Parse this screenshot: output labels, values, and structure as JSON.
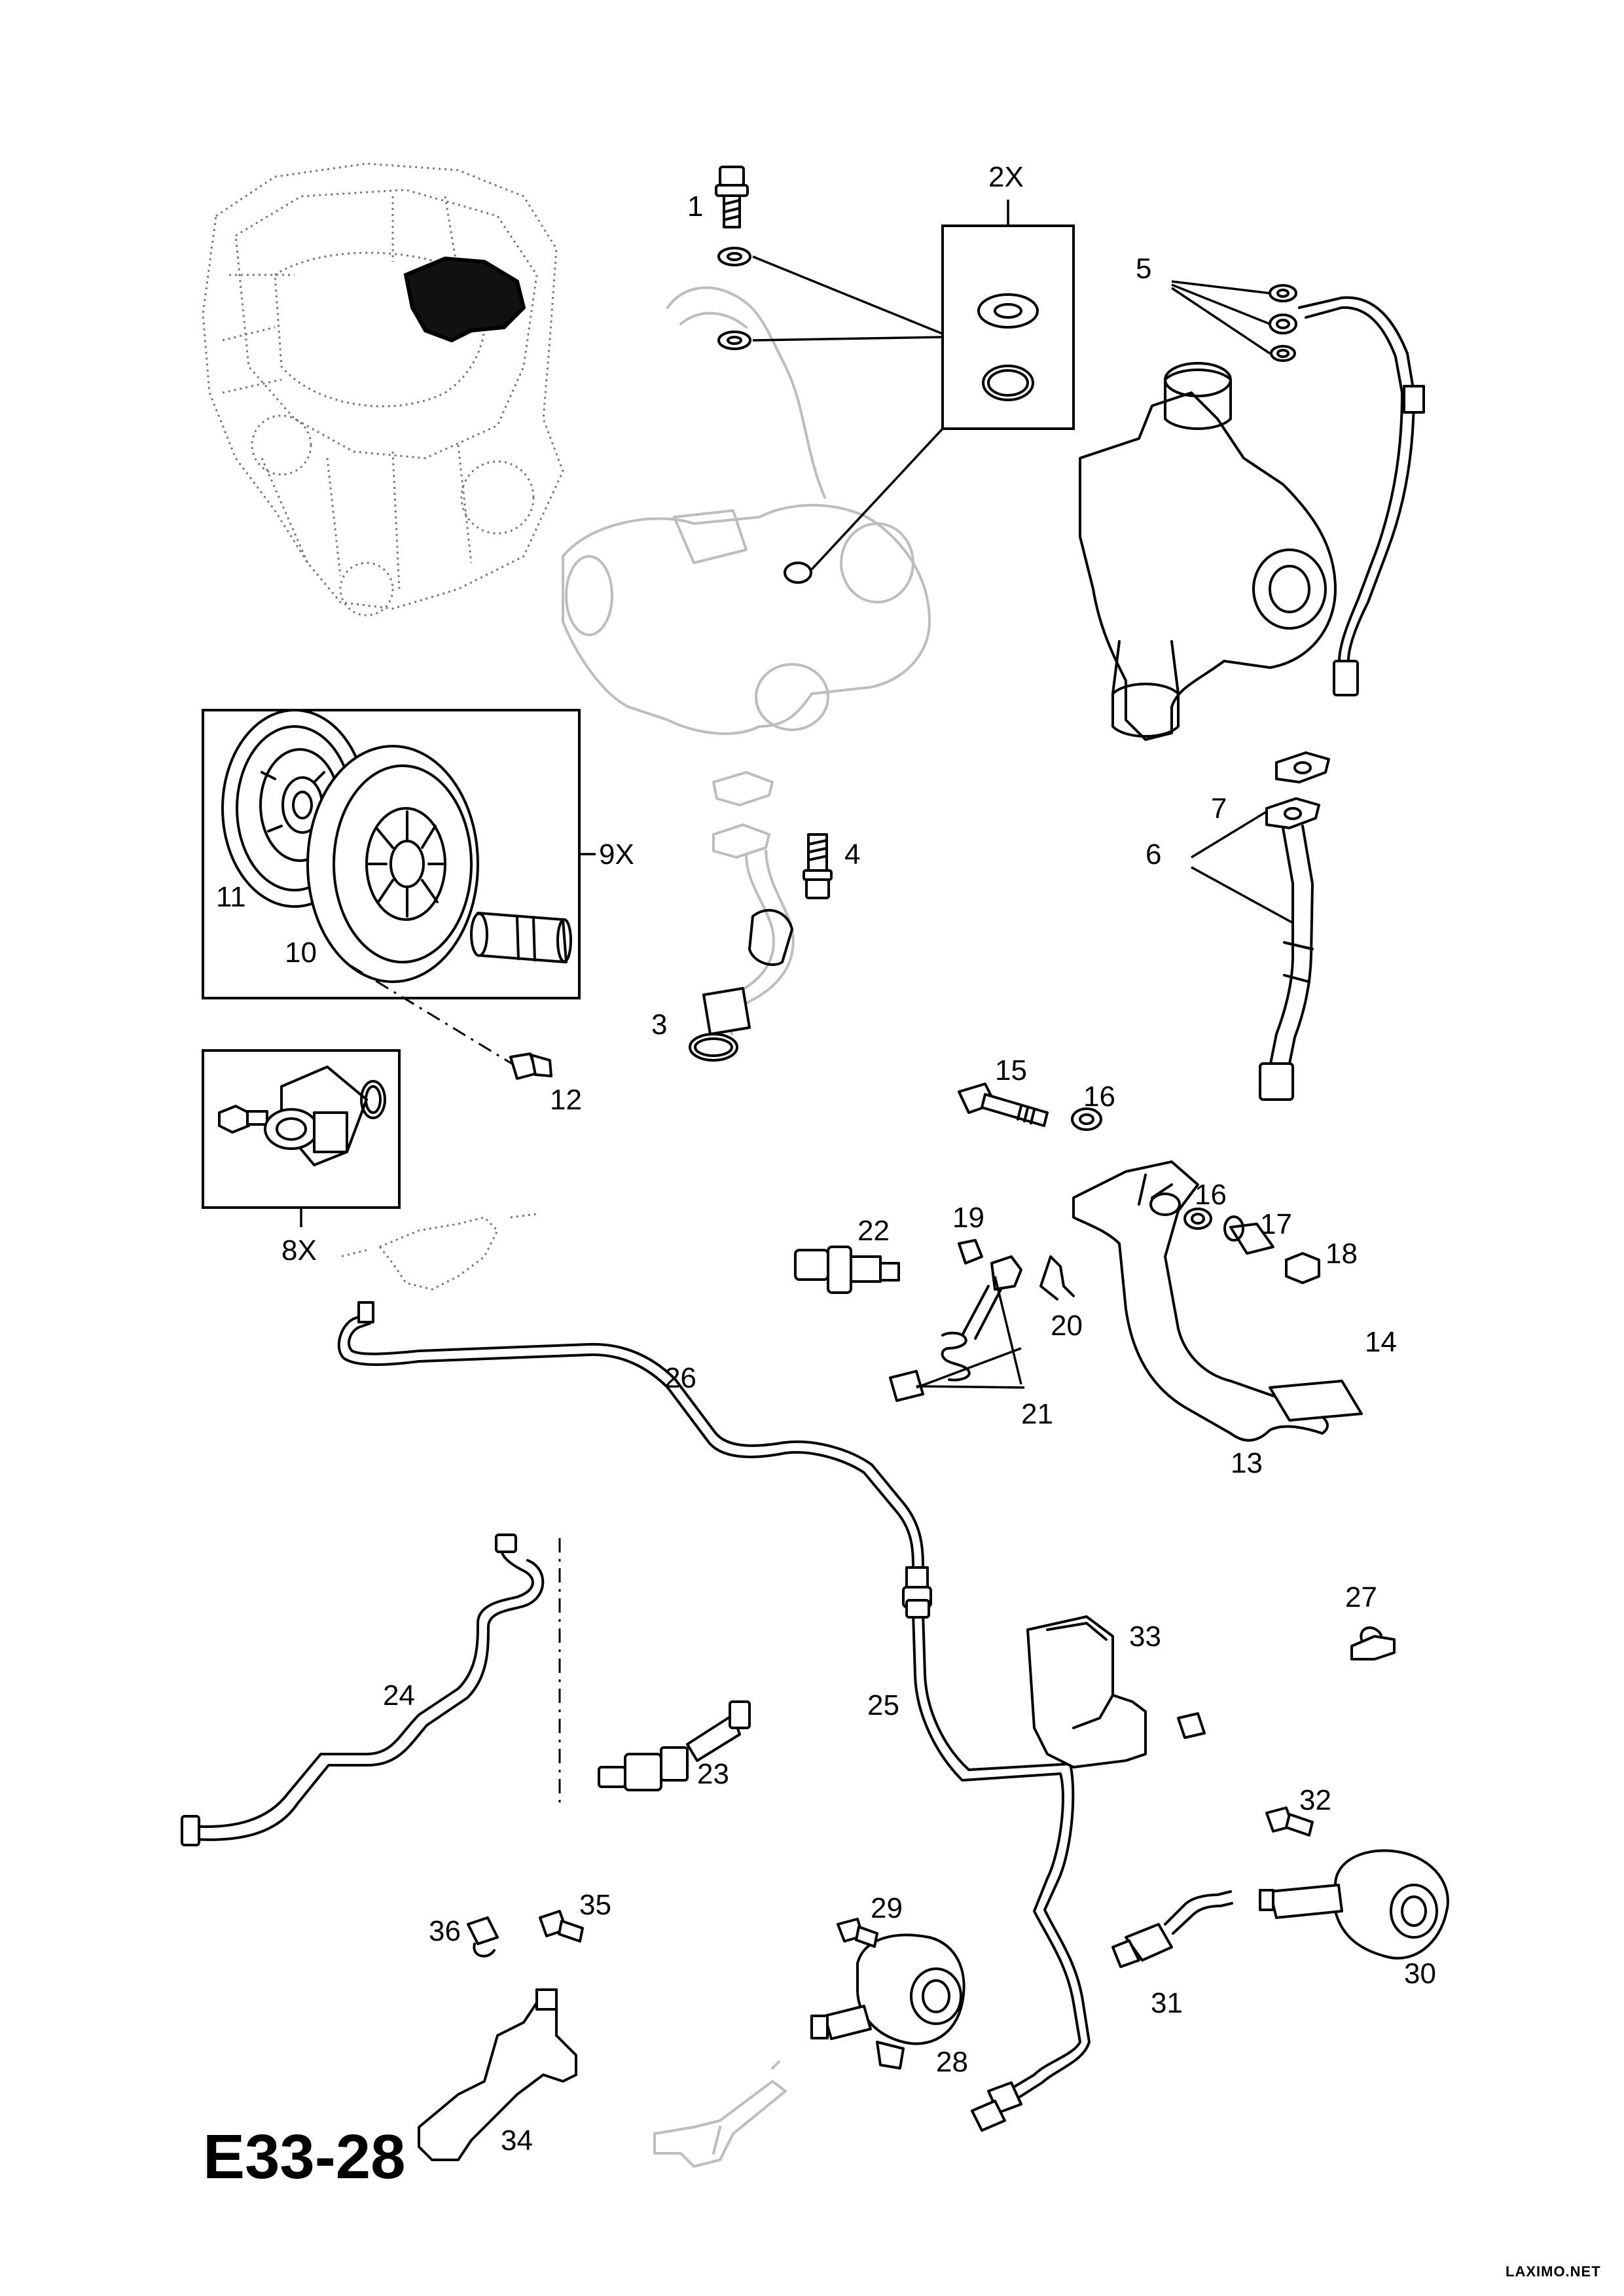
{
  "diagram": {
    "reference_code": "E33-28",
    "watermark": "LAXIMO.NET",
    "callouts": {
      "c1": "1",
      "c2x": "2X",
      "c3": "3",
      "c4": "4",
      "c5": "5",
      "c6": "6",
      "c7": "7",
      "c8x": "8X",
      "c9x": "9X",
      "c10": "10",
      "c11": "11",
      "c12": "12",
      "c13": "13",
      "c14": "14",
      "c15": "15",
      "c16a": "16",
      "c16b": "16",
      "c17": "17",
      "c18": "18",
      "c19": "19",
      "c20": "20",
      "c21": "21",
      "c22": "22",
      "c23": "23",
      "c24": "24",
      "c25": "25",
      "c26": "26",
      "c27": "27",
      "c28": "28",
      "c29": "29",
      "c30": "30",
      "c31": "31",
      "c32": "32",
      "c33": "33",
      "c34": "34",
      "c35": "35",
      "c36": "36"
    }
  }
}
